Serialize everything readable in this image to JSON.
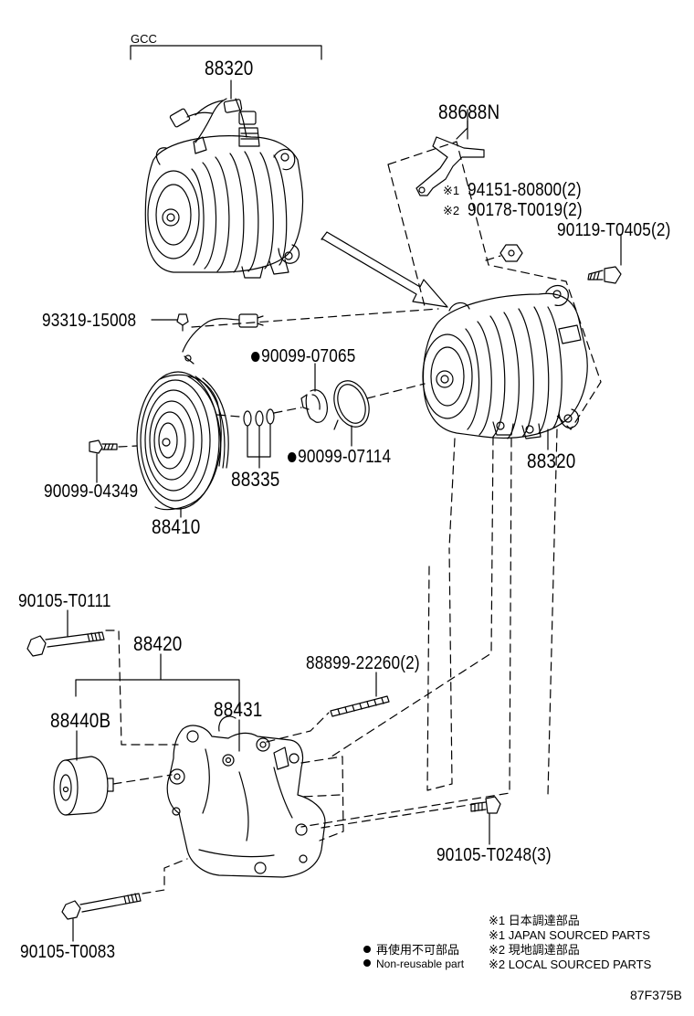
{
  "diagram": {
    "group_label": "GCC",
    "code": "87F375B",
    "parts": {
      "compressor_top": "88320",
      "compressor_main": "88320",
      "bracket_pipe": "88688N",
      "ref1_part": "94151-80800(2)",
      "ref2_part": "90178-T0019(2)",
      "bolt_top_right": "90119-T0405(2)",
      "sensor_bolt": "93319-15008",
      "nonreuse_1": "90099-07065",
      "nonreuse_2": "90099-07114",
      "clutch_bolt": "90099-04349",
      "shims": "88335",
      "clutch": "88410",
      "bolt_upper_left": "90105-T0111",
      "bracket_assy": "88420",
      "idler": "88440B",
      "bracket": "88431",
      "stud": "88899-22260(2)",
      "bolt_right": "90105-T0248(3)",
      "bolt_lower_left": "90105-T0083"
    },
    "refs": {
      "ref1_mark": "※1",
      "ref2_mark": "※2"
    },
    "legend": {
      "jp1": "※1 日本調達部品",
      "en1": "※1 JAPAN SOURCED PARTS",
      "jp2": "※2 現地調達部品",
      "en2": "※2 LOCAL SOURCED PARTS",
      "nonreuse_jp": "再使用不可部品",
      "nonreuse_en": "Non-reusable part"
    }
  }
}
